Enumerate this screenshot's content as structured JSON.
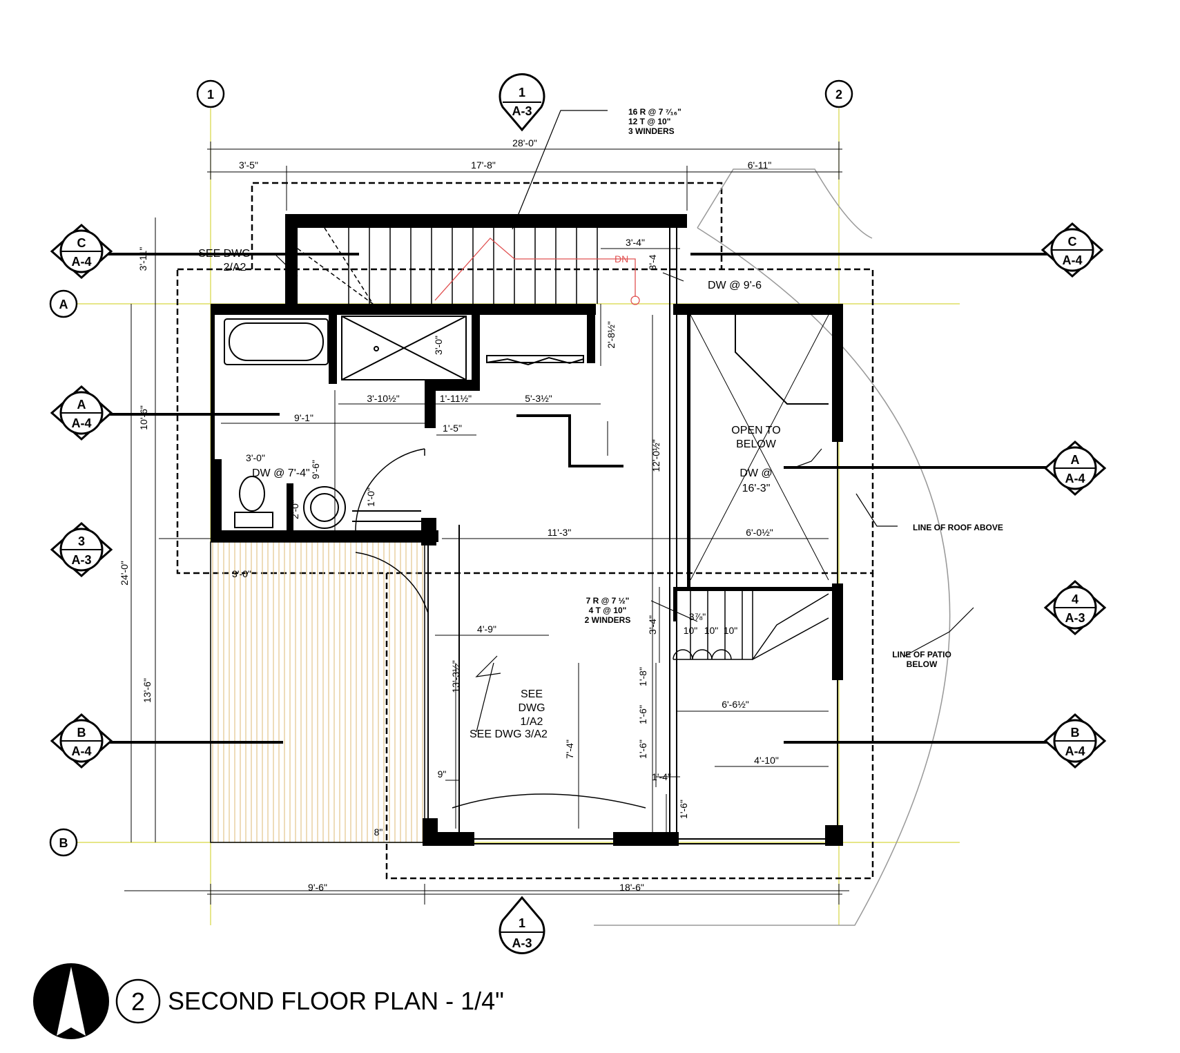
{
  "title": {
    "number": "2",
    "text": "SECOND FLOOR PLAN - 1/4\""
  },
  "grid": {
    "col1": "1",
    "col2": "2",
    "rowA": "A",
    "rowB": "B"
  },
  "sections": {
    "top": {
      "num": "1",
      "sheet": "A-3"
    },
    "bottom": {
      "num": "1",
      "sheet": "A-3"
    },
    "c_left": {
      "num": "C",
      "sheet": "A-4"
    },
    "c_right": {
      "num": "C",
      "sheet": "A-4"
    },
    "a_left": {
      "num": "A",
      "sheet": "A-4"
    },
    "a_right": {
      "num": "A",
      "sheet": "A-4"
    },
    "b_left": {
      "num": "B",
      "sheet": "A-4"
    },
    "b_right": {
      "num": "B",
      "sheet": "A-4"
    },
    "three_left": {
      "num": "3",
      "sheet": "A-3"
    },
    "four_right": {
      "num": "4",
      "sheet": "A-3"
    }
  },
  "dims": {
    "overall_top": "28'-0\"",
    "top_a": "3'-5\"",
    "top_b": "17'-8\"",
    "top_c": "6'-11\"",
    "d_3_4a": "3'-4\"",
    "d_3_4b": "3'-4",
    "d_3_11": "3'-11\"",
    "d_24": "24'-0\"",
    "d_10_6": "10'-6\"",
    "d_13_6": "13'-6\"",
    "d_3_0a": "3'-0\"",
    "d_2_8": "2'-8½\"",
    "d_3_10": "3'-10½\"",
    "d_1_11": "1'-11½\"",
    "d_5_3": "5'-3½\"",
    "d_9_1": "9'-1\"",
    "d_1_5": "1'-5\"",
    "d_9_6v": "9'-6\"",
    "d_3_0b": "3'-0\"",
    "d_1_0": "1'-0\"",
    "d_2_0": "2'-0\"",
    "d_12_0": "12'-0½\"",
    "d_11_3": "11'-3\"",
    "d_6_0": "6'-0½\"",
    "d_3_0c": "3'-0\"",
    "d_3_4c": "3'-4\"",
    "d_4_9": "4'-9\"",
    "d_13_3": "13'-3½\"",
    "d_7_4": "7'-4\"",
    "d_1_8": "1'-8\"",
    "d_1_6a": "1'-6\"",
    "d_1_6b": "1'-6\"",
    "d_1_6c": "1'-6\"",
    "d_6_6": "6'-6½\"",
    "d_4_10": "4'-10\"",
    "d_1_4": "1'-4\"",
    "d_9in": "9\"",
    "d_10a": "10\"",
    "d_10b": "10\"",
    "d_10c": "10\"",
    "d_3_8": "3⅞\"",
    "d_8in": "8\"",
    "bottom_a": "9'-6\"",
    "bottom_b": "18'-6\""
  },
  "notes": {
    "stair_main": [
      "16 R @ 7 ⁷⁄₁₆\"",
      "12 T @ 10\"",
      "3 WINDERS"
    ],
    "stair_small": [
      "7 R @ 7 ½\"",
      "4 T @ 10\"",
      "2 WINDERS"
    ],
    "see_2a2": [
      "SEE DWG",
      "2/A2"
    ],
    "see_1a2": [
      "SEE",
      "DWG",
      "1/A2"
    ],
    "see_3a2": "SEE DWG 3/A2",
    "dn": "DN",
    "dw_96": "DW @ 9'-6",
    "dw_74": "DW @ 7'-4\"",
    "open_below": [
      "OPEN TO",
      "BELOW"
    ],
    "dw_163": [
      "DW @",
      "16'-3\""
    ],
    "roof_above": "LINE OF ROOF ABOVE",
    "patio_below": [
      "LINE OF PATIO",
      "BELOW"
    ]
  },
  "colors": {
    "ink": "#000000",
    "grid_line": "#d6d640",
    "stair_red": "#e05050",
    "roof_grey": "#999999"
  }
}
